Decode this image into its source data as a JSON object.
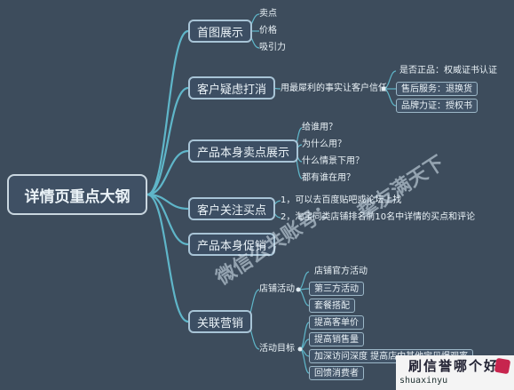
{
  "mindmap": {
    "root": "详情页重点大钢",
    "branches": [
      {
        "label": "首图展示",
        "children": [
          "卖点",
          "价格",
          "吸引力"
        ]
      },
      {
        "label": "客户疑虑打消",
        "middle": "用最犀利的事实让客户信任",
        "children": [
          "是否正品：权威证书认证",
          "售后服务：退换货",
          "品牌力证：授权书"
        ]
      },
      {
        "label": "产品本身卖点展示",
        "children": [
          "给谁用？",
          "为什么用？",
          "什么情景下用？",
          "都有谁在用？"
        ]
      },
      {
        "label": "客户关注买点",
        "children": [
          "1，可以去百度贴吧或论坛上找",
          "2，淘宝同类店铺排名前10名中详情的买点和评论"
        ]
      },
      {
        "label": "产品本身促销",
        "children": []
      },
      {
        "label": "关联营销",
        "groups": [
          {
            "label": "店铺活动",
            "children": [
              "店铺官方活动",
              "第三方活动",
              "套餐搭配"
            ]
          },
          {
            "label": "活动目标",
            "children": [
              "提高客单价",
              "提高销售量",
              "加深访问深度 提高店内其他宝贝爆观率",
              "回馈消费者"
            ]
          }
        ]
      }
    ]
  },
  "watermark": {
    "line1": "微信公共账号：",
    "line2": "挚友满天下"
  },
  "brand": {
    "name": "刷信誉哪个好",
    "url": "shuaxinyu"
  },
  "colors": {
    "background": "#3d4c5c",
    "link": "#5fb6c9",
    "node_border": "#a8c4d6"
  }
}
